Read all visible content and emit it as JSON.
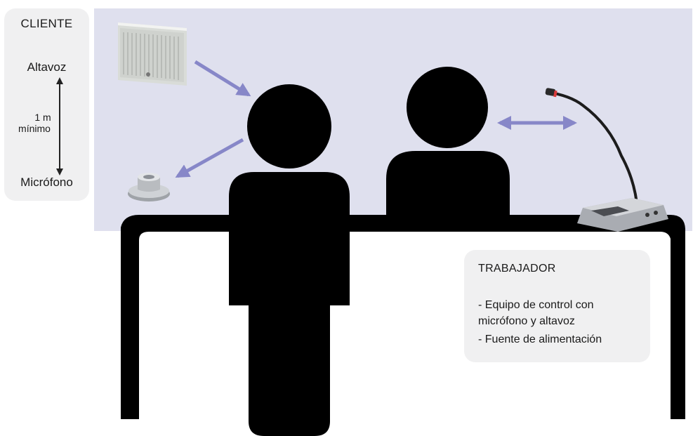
{
  "client": {
    "title": "CLIENTE",
    "speaker_label": "Altavoz",
    "distance_value": "1 m",
    "distance_qualifier": "mínimo",
    "microphone_label": "Micrófono"
  },
  "worker": {
    "title": "TRABAJADOR",
    "lines": [
      "- Equipo de control con",
      "micrófono y altavoz",
      "- Fuente de alimentación"
    ]
  },
  "colors": {
    "glass": "#dfe0ee",
    "silhouette": "#000000",
    "arrow": "#8787c8",
    "panel": "#f0f0f1"
  },
  "icons": [
    "wall-speaker-icon",
    "ceiling-microphone-icon",
    "gooseneck-microphone-base-icon"
  ]
}
